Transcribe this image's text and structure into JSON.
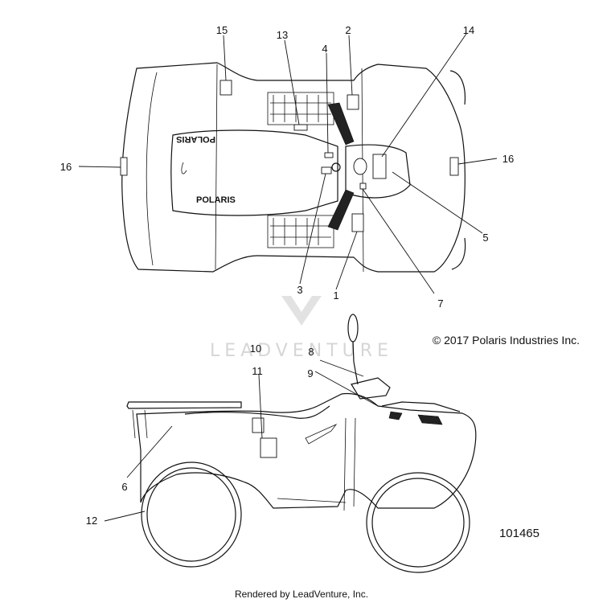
{
  "copyright": "© 2017 Polaris Industries Inc.",
  "figure_number": "101465",
  "footer": "Rendered by LeadVenture, Inc.",
  "watermark": "LEADVENTURE",
  "brand_top": "POLARIS",
  "brand_side": "POLARIS",
  "callouts": {
    "c1": "1",
    "c2": "2",
    "c3": "3",
    "c4": "4",
    "c5": "5",
    "c6": "6",
    "c7": "7",
    "c8": "8",
    "c9": "9",
    "c10": "10",
    "c11": "11",
    "c12": "12",
    "c13": "13",
    "c14": "14",
    "c15": "15",
    "c16a": "16",
    "c16b": "16"
  }
}
